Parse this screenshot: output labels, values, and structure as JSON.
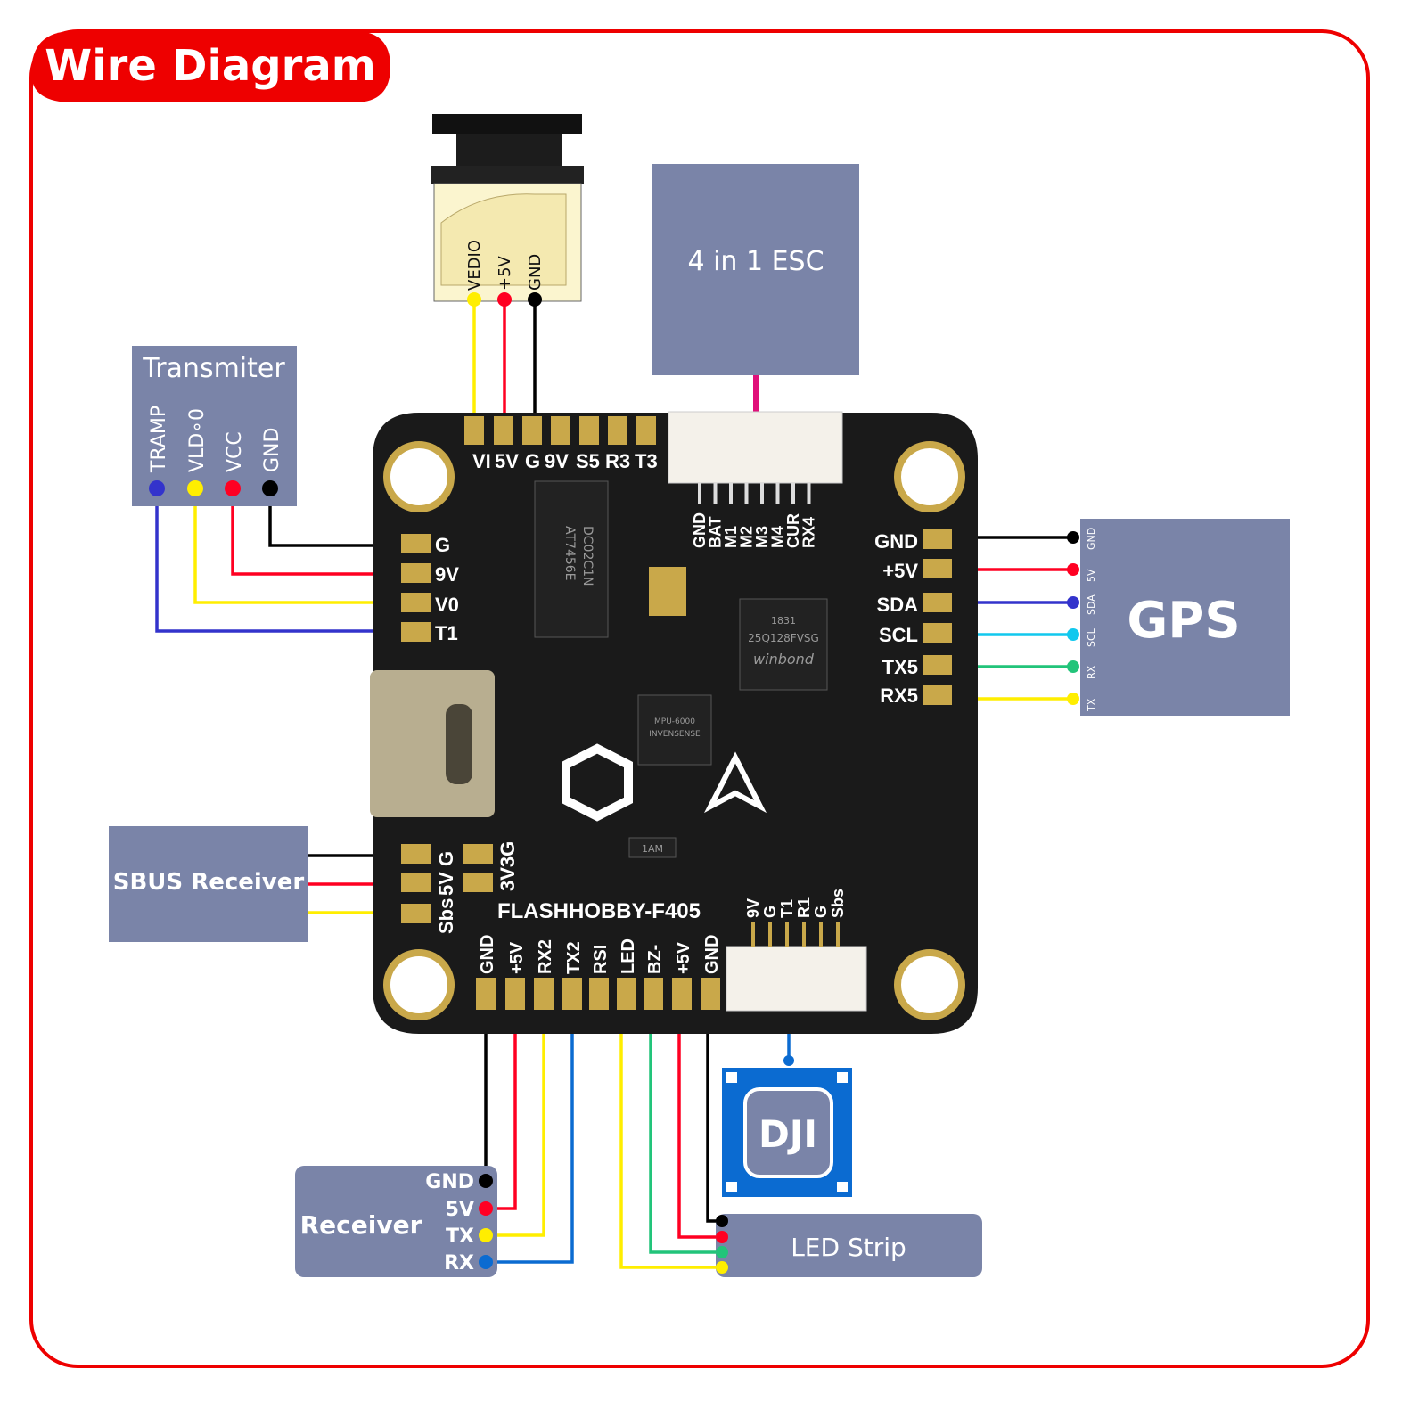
{
  "title": "Wire Diagram",
  "colors": {
    "frame": "#ee0000",
    "box": "#7a84a8",
    "pcb": "#1a1a1a",
    "pad": "#c9a84a",
    "dji_blue": "#0b6bd1",
    "black": "#000000",
    "red": "#ff0022",
    "yellow": "#ffee00",
    "blue": "#3333cc",
    "cyan": "#11c8ee",
    "green": "#22c47a"
  },
  "camera": {
    "pins": [
      "VEDIO",
      "+5V",
      "GND"
    ]
  },
  "esc": {
    "label": "4 in 1 ESC",
    "pins": [
      "GND",
      "BAT",
      "M1",
      "M2",
      "M3",
      "M4",
      "CUR",
      "RX4"
    ]
  },
  "transmitter": {
    "label": "Transmiter",
    "pins": [
      "TRAMP",
      "VLD∘0",
      "VCC",
      "GND"
    ]
  },
  "board": {
    "name": "FLASHHOBBY-F405",
    "top_pads": [
      "VI",
      "5V",
      "G",
      "9V",
      "S5",
      "R3",
      "T3"
    ],
    "left_pads": [
      "G",
      "9V",
      "V0",
      "T1"
    ],
    "right_pads": [
      "GND",
      "+5V",
      "SDA",
      "SCL",
      "TX5",
      "RX5"
    ],
    "sbus_pads": [
      "G",
      "5V",
      "Sbs"
    ],
    "v33_pads": "3V3G",
    "bottom_pads": [
      "GND",
      "+5V",
      "RX2",
      "TX2",
      "RSI",
      "LED",
      "BZ-",
      "+5V",
      "GND"
    ],
    "dji_pins": [
      "9V",
      "G",
      "T1",
      "R1",
      "G",
      "Sbs"
    ],
    "chips": [
      "AT7456E",
      "DC02C1N",
      "winbond",
      "25Q128FVSG",
      "1831",
      "INVENSENSE",
      "MPU-6000",
      "1AM"
    ]
  },
  "gps": {
    "label": "GPS",
    "pins": [
      "GND",
      "5V",
      "SDA",
      "SCL",
      "RX",
      "TX"
    ]
  },
  "sbus": {
    "label": "SBUS Receiver"
  },
  "dji": {
    "label": "DJI"
  },
  "receiver": {
    "label": "Receiver",
    "pins": [
      "GND",
      "5V",
      "TX",
      "RX"
    ]
  },
  "led_strip": {
    "label": "LED Strip"
  }
}
